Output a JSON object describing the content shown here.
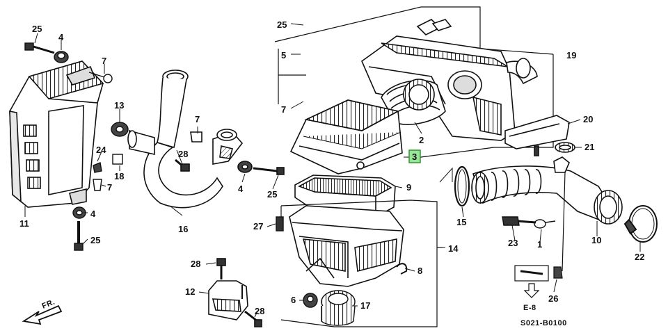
{
  "diagram": {
    "code": "S021-B0100",
    "direction_label": "FR.",
    "ref_label": "E-8",
    "highlight_label": "3",
    "callouts": {
      "c25a": "25",
      "c4a": "4",
      "c7a": "7",
      "c13": "13",
      "c7b": "7",
      "c24": "24",
      "c18": "18",
      "c28a": "28",
      "c7c": "7",
      "c11": "11",
      "c4b": "4",
      "c25b": "25",
      "c16": "16",
      "c4c": "4",
      "c25c": "25",
      "c25d": "25",
      "c5": "5",
      "c7d": "7",
      "c19": "19",
      "c2": "2",
      "c20": "20",
      "c21": "21",
      "c9": "9",
      "c27": "27",
      "c14": "14",
      "c15": "15",
      "c23": "23",
      "c1": "1",
      "c10": "10",
      "c22": "22",
      "c8": "8",
      "c28b": "28",
      "c12": "12",
      "c6": "6",
      "c17": "17",
      "c28c": "28",
      "c26": "26"
    }
  }
}
